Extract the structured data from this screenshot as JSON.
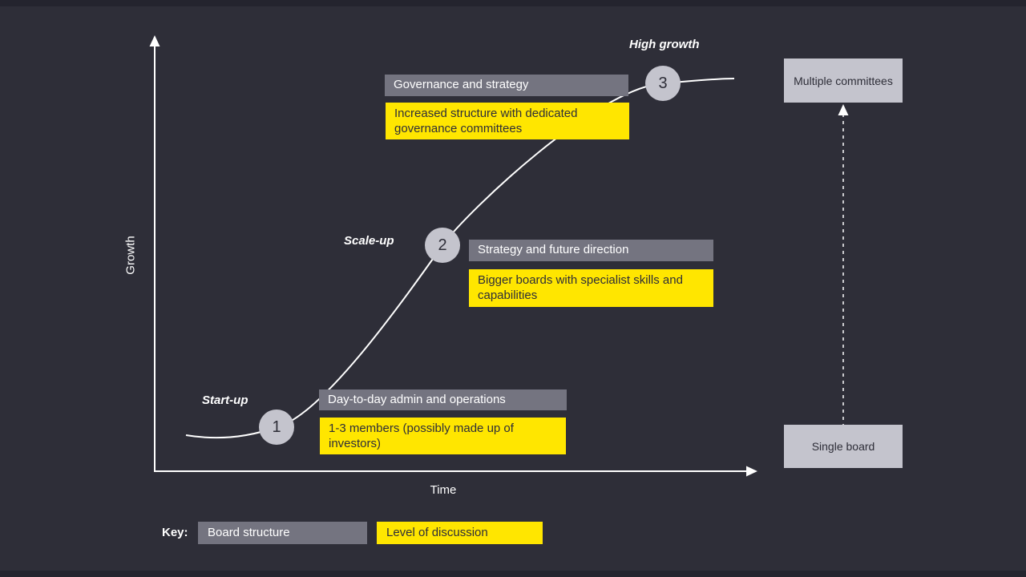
{
  "axes": {
    "y_label": "Growth",
    "x_label": "Time"
  },
  "stages": [
    {
      "number": "1",
      "stage_label": "Start-up",
      "board_structure": "Day-to-day admin and operations",
      "level_of_discussion": "1-3 members (possibly made up of investors)"
    },
    {
      "number": "2",
      "stage_label": "Scale-up",
      "board_structure": "Strategy and future direction",
      "level_of_discussion": "Bigger boards with specialist skills and capabilities"
    },
    {
      "number": "3",
      "stage_label": "High growth",
      "board_structure": "Governance and strategy",
      "level_of_discussion": "Increased structure with dedicated governance committees"
    }
  ],
  "right_panel": {
    "top_box_label": "Multiple committees",
    "bottom_box_label": "Single board"
  },
  "key": {
    "label": "Key:",
    "board_structure_label": "Board structure",
    "level_of_discussion_label": "Level of discussion"
  },
  "colors": {
    "background": "#2e2e38",
    "frame_bar": "#24242e",
    "accent_yellow": "#ffe600",
    "board_box_gray": "#747480",
    "light_gray": "#c4c4cd",
    "text_light": "#ffffff",
    "text_dark": "#2e2e38"
  },
  "icons": {
    "y_axis_arrow": "arrow-up",
    "x_axis_arrow": "arrow-right",
    "connector_arrow": "dashed-arrow-up"
  }
}
